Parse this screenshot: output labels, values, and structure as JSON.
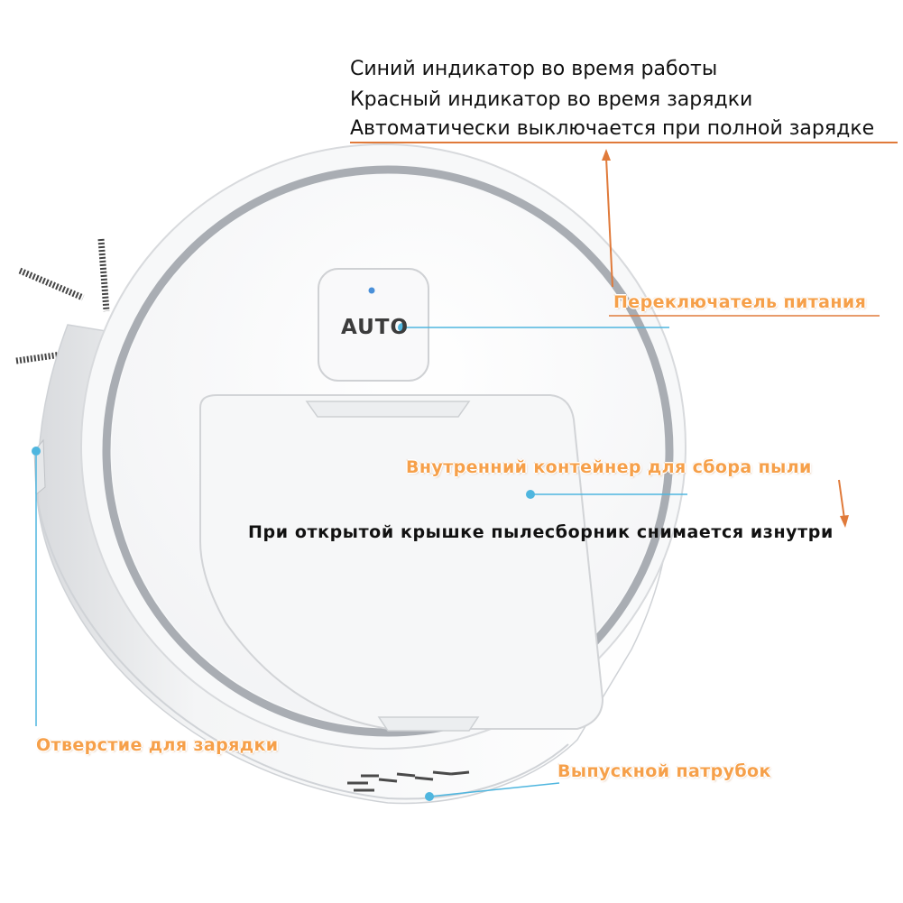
{
  "header_lines": [
    "Синий индикатор во время работы",
    "Красный индикатор во время зарядки",
    "Автоматически выключается при полной зарядке"
  ],
  "button_label": "AUTO",
  "callouts": {
    "power_switch": "Переключатель питания",
    "dust_container": "Внутренний контейнер для сбора пыли",
    "dust_note": "При открытой крышке пылесборник снимается изнутри",
    "charging_port": "Отверстие для зарядки",
    "exhaust": "Выпускной патрубок"
  },
  "colors": {
    "callout_text": "#f6a04a",
    "arrow_orange": "#e07a3a",
    "leader_blue": "#4fb6df",
    "robot_body": "#ffffff",
    "robot_rim": "#a9adb3"
  }
}
